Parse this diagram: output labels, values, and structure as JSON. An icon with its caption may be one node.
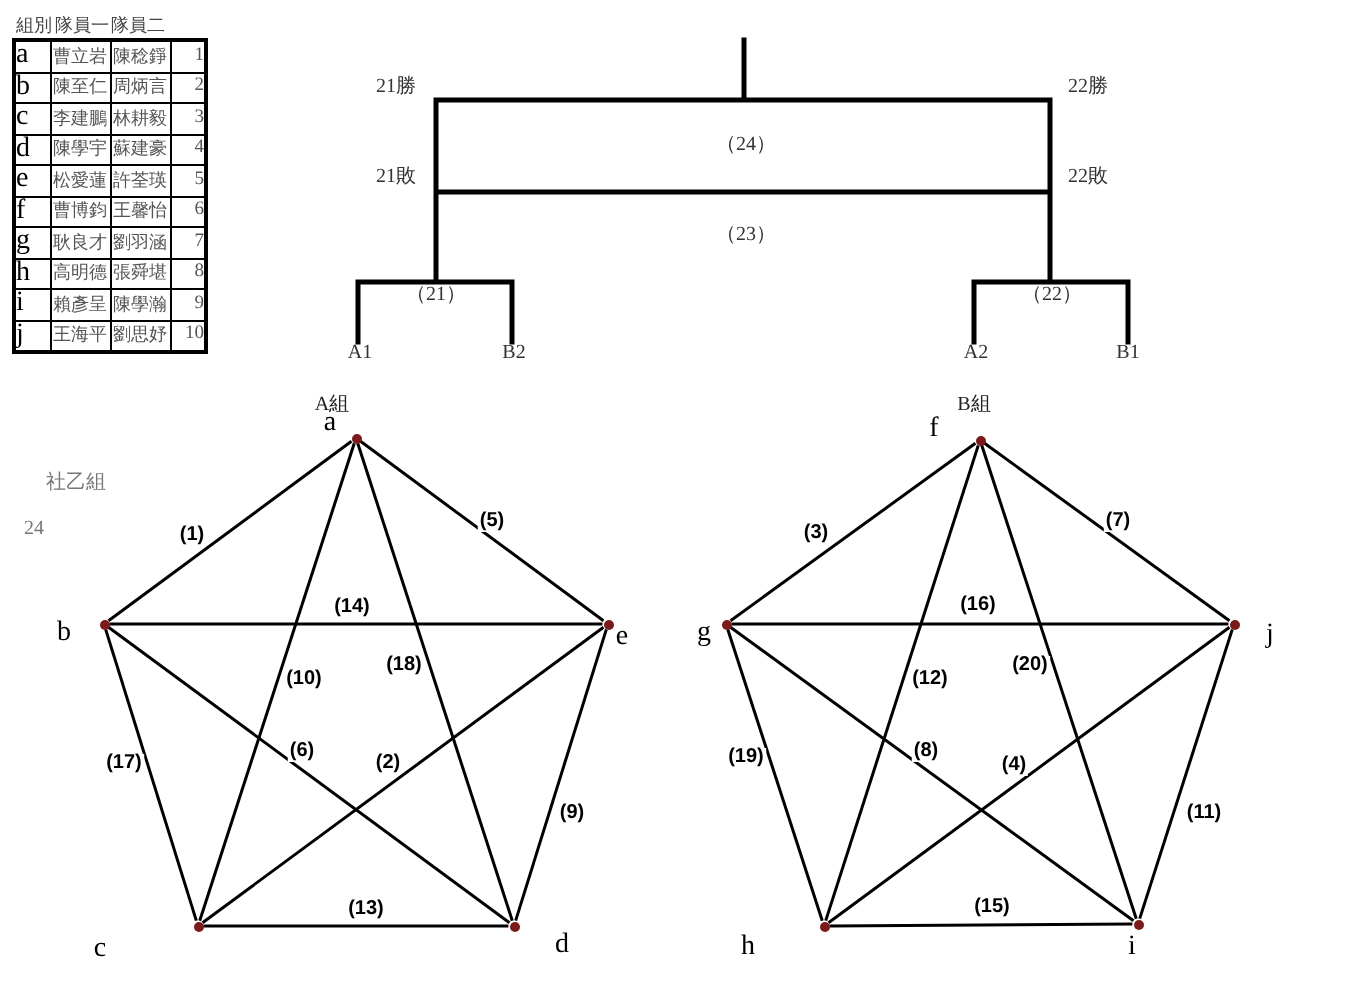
{
  "diagram": {
    "nodes": [
      {
        "text": [],
        "shape": "circle",
        "beside": [
          "a"
        ]
      },
      {
        "text": [],
        "shape": "circle",
        "beside": [
          "b"
        ]
      },
      {
        "text": [],
        "shape": "circle",
        "beside": [
          "c"
        ]
      },
      {
        "text": [],
        "shape": "circle",
        "beside": [
          "d"
        ]
      },
      {
        "text": [],
        "shape": "circle",
        "beside": [
          "e"
        ]
      },
      {
        "text": [],
        "shape": "circle",
        "beside": [
          "f"
        ]
      },
      {
        "text": [],
        "shape": "circle",
        "beside": [
          "g"
        ]
      },
      {
        "text": [],
        "shape": "circle",
        "beside": [
          "h"
        ]
      },
      {
        "text": [],
        "shape": "circle",
        "beside": [
          "i"
        ]
      },
      {
        "text": [],
        "shape": "circle",
        "beside": [
          "j"
        ]
      }
    ],
    "edges": [
      {
        "from": 0,
        "to": 1,
        "arrow": "none",
        "label": "(1)"
      },
      {
        "from": 2,
        "to": 4,
        "arrow": "none",
        "label": "(2)"
      },
      {
        "from": 5,
        "to": 6,
        "arrow": "none",
        "label": "(3)"
      },
      {
        "from": 7,
        "to": 9,
        "arrow": "none",
        "label": "(4)"
      },
      {
        "from": 0,
        "to": 4,
        "arrow": "none",
        "label": "(5)"
      },
      {
        "from": 1,
        "to": 3,
        "arrow": "none",
        "label": "(6)"
      },
      {
        "from": 5,
        "to": 9,
        "arrow": "none",
        "label": "(7)"
      },
      {
        "from": 6,
        "to": 8,
        "arrow": "none",
        "label": "(8)"
      },
      {
        "from": 3,
        "to": 4,
        "arrow": "none",
        "label": "(9)"
      },
      {
        "from": 0,
        "to": 2,
        "arrow": "none",
        "label": "(10)"
      },
      {
        "from": 8,
        "to": 9,
        "arrow": "none",
        "label": "(11)"
      },
      {
        "from": 5,
        "to": 7,
        "arrow": "none",
        "label": "(12)"
      },
      {
        "from": 2,
        "to": 3,
        "arrow": "none",
        "label": "(13)"
      },
      {
        "from": 1,
        "to": 4,
        "arrow": "none",
        "label": "(14)"
      },
      {
        "from": 7,
        "to": 8,
        "arrow": "none",
        "label": "(15)"
      },
      {
        "from": 6,
        "to": 9,
        "arrow": "none",
        "label": "(16)"
      },
      {
        "from": 1,
        "to": 2,
        "arrow": "none",
        "label": "(17)"
      },
      {
        "from": 0,
        "to": 3,
        "arrow": "none",
        "label": "(18)"
      },
      {
        "from": 6,
        "to": 7,
        "arrow": "none",
        "label": "(19)"
      },
      {
        "from": 5,
        "to": 8,
        "arrow": "none",
        "label": "(20)"
      }
    ],
    "labels": [
      "組別",
      "隊員一",
      "隊員二",
      "a",
      "曹立岩",
      "陳稔錚",
      "1",
      "b",
      "陳至仁",
      "周炳言",
      "2",
      "c",
      "李建鵬",
      "林耕毅",
      "3",
      "d",
      "陳學宇",
      "蘇建豪",
      "4",
      "e",
      "松愛蓮",
      "許荃瑛",
      "5",
      "f",
      "曹博鈞",
      "王馨怡",
      "6",
      "g",
      "耿良才",
      "劉羽涵",
      "7",
      "h",
      "高明德",
      "張舜堪",
      "8",
      "i",
      "賴彥呈",
      "陳學瀚",
      "9",
      "j",
      "王海平",
      "劉思妤",
      "10",
      "21勝",
      "22勝",
      "（24）",
      "21敗",
      "22敗",
      "（23）",
      "（21）",
      "（22）",
      "A1",
      "B2",
      "A2",
      "B1",
      "A組",
      "B組",
      "社乙組",
      "24"
    ]
  }
}
